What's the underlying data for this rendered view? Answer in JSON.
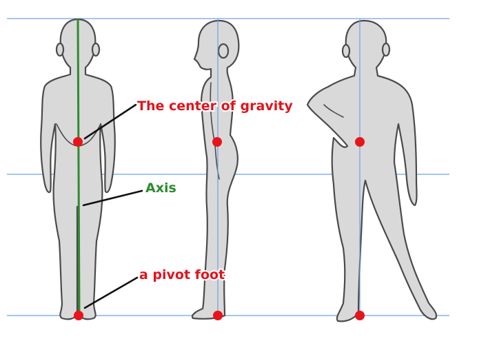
{
  "colors": {
    "background": "#ffffff",
    "figure_fill": "#d9d9d9",
    "figure_outline": "#4a4a4a",
    "guide_line": "#6fa0e6",
    "axis_line": "#2e8b2e",
    "marker": "#e8141c",
    "label_red": "#e0141c",
    "label_green": "#2e8b2e",
    "leader_line": "#111111"
  },
  "labels": {
    "center_of_gravity": "The center of gravity",
    "axis": "Axis",
    "pivot_foot": "a pivot foot"
  },
  "figures": [
    {
      "name": "front-view-figure"
    },
    {
      "name": "side-view-figure"
    },
    {
      "name": "contrapposto-figure"
    }
  ]
}
